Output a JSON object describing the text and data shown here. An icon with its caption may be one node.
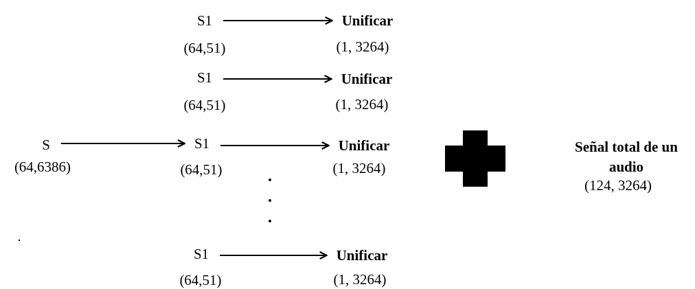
{
  "diagram": {
    "nodes": [
      {
        "text": [
          "S1"
        ],
        "beside": [
          "(64,51)"
        ]
      },
      {
        "text": [
          "Unificar"
        ],
        "beside": [
          "(1, 3264)"
        ]
      },
      {
        "text": [
          "S1"
        ],
        "beside": [
          "(64,51)"
        ]
      },
      {
        "text": [
          "Unificar"
        ],
        "beside": [
          "(1, 3264)"
        ]
      },
      {
        "text": [
          "S"
        ],
        "beside": [
          "(64,6386)"
        ]
      },
      {
        "text": [
          "S1"
        ],
        "beside": [
          "(64,51)"
        ]
      },
      {
        "text": [
          "Unificar"
        ],
        "beside": [
          "(1, 3264)"
        ]
      },
      {
        "text": [
          "S1"
        ],
        "beside": [
          "(64,51)"
        ]
      },
      {
        "text": [
          "Unificar"
        ],
        "beside": [
          "(1, 3264)"
        ]
      }
    ],
    "edges": [
      {
        "from": 0,
        "to": 1,
        "arrow": "to"
      },
      {
        "from": 2,
        "to": 3,
        "arrow": "to"
      },
      {
        "from": 4,
        "to": 5,
        "arrow": "to"
      },
      {
        "from": 5,
        "to": 6,
        "arrow": "to"
      },
      {
        "from": 7,
        "to": 8,
        "arrow": "to"
      }
    ],
    "labels": [
      "Señal total de un audio",
      "(124, 3264)"
    ]
  }
}
